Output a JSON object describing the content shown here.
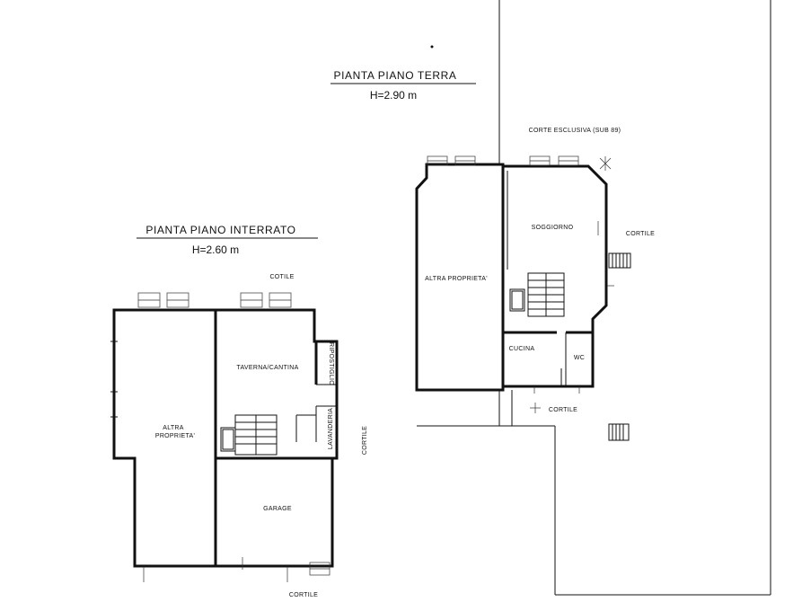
{
  "ground_floor": {
    "title": "PIANTA PIANO TERRA",
    "height": "H=2.90 m",
    "labels": {
      "corte_esclusiva": "CORTE ESCLUSIVA (SUB 89)",
      "soggiorno": "SOGGIORNO",
      "cortile_right": "CORTILE",
      "altra_proprieta": "ALTRA PROPRIETA'",
      "cucina": "CUCINA",
      "wc": "WC",
      "cortile_bottom": "CORTILE"
    }
  },
  "basement_floor": {
    "title": "PIANTA PIANO INTERRATO",
    "height": "H=2.60 m",
    "labels": {
      "cortile_top": "COTILE",
      "taverna": "TAVERNA/CANTINA",
      "ripostiglio": "RIPOSTIGLIO",
      "lavanderia": "LAVANDERIA",
      "cortile_side": "CORTILE",
      "altra_line1": "ALTRA",
      "altra_line2": "PROPRIETA'",
      "garage": "GARAGE",
      "cortile_bottom": "CORTILE"
    }
  }
}
